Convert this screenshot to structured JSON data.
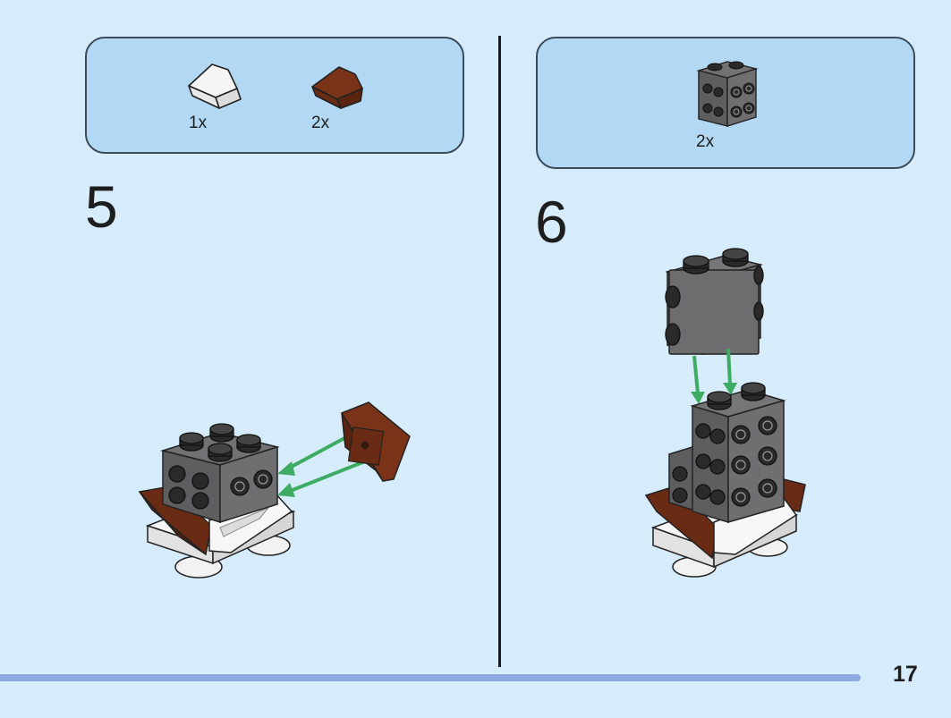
{
  "step5": {
    "number": "5",
    "parts": [
      {
        "icon": "white-slope-brick-icon",
        "quantity": "1x"
      },
      {
        "icon": "brown-slope-brick-icon",
        "quantity": "2x"
      }
    ]
  },
  "step6": {
    "number": "6",
    "parts": [
      {
        "icon": "dark-gray-brick-with-side-studs-icon",
        "quantity": "2x"
      }
    ]
  },
  "page": {
    "number": "17"
  },
  "colors": {
    "background": "#d7ecfb",
    "parts_box": "#b3d8f3",
    "footer_bar": "#8fa9de",
    "arrow": "#3dab62",
    "dark_gray": "#6f6f71",
    "brown": "#6a2b14",
    "white_part": "#f2f2f2"
  }
}
